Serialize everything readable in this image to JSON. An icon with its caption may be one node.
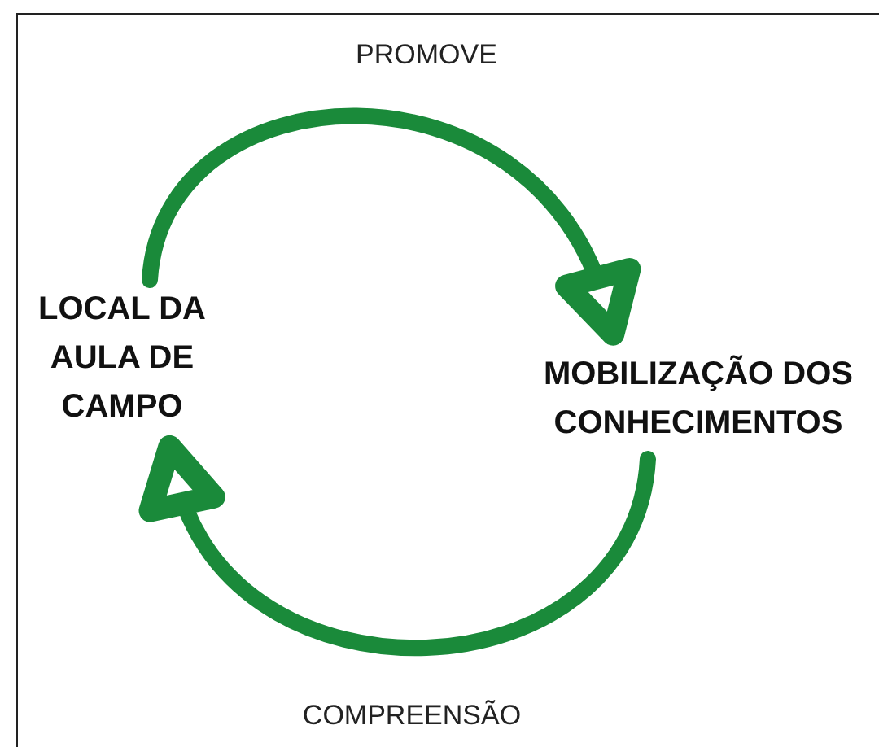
{
  "diagram": {
    "nodes": [
      {
        "text": [
          "LOCAL DA AULA DE CAMPO"
        ]
      },
      {
        "text": [
          "MOBILIZAÇÃO DOS CONHECIMENTOS"
        ]
      }
    ],
    "edges": [
      {
        "from": 0,
        "to": 1,
        "arrow": "to",
        "label": "PROMOVE"
      },
      {
        "from": 1,
        "to": 0,
        "arrow": "to",
        "label": "COMPREENSÃO"
      }
    ]
  }
}
